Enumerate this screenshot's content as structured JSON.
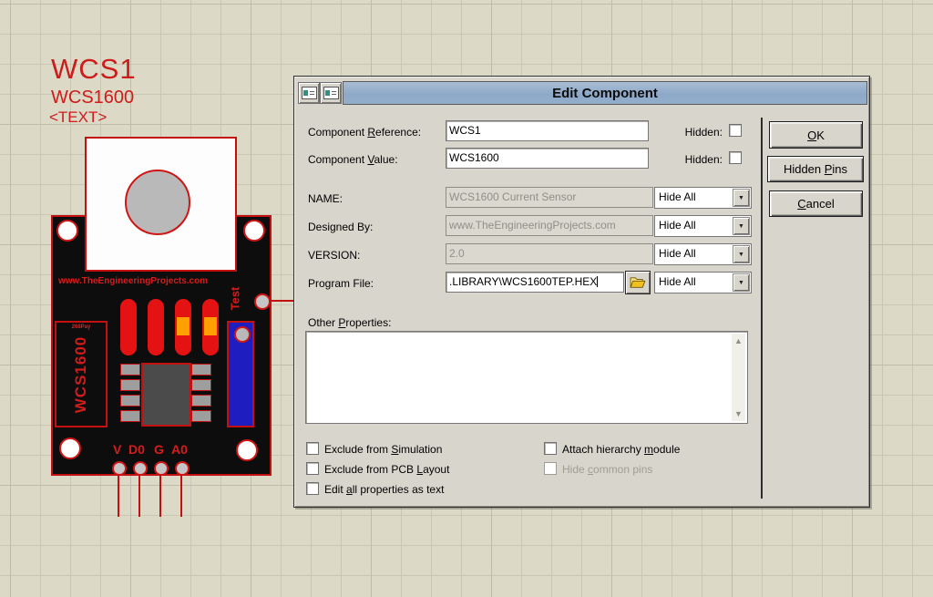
{
  "colors": {
    "canvas_bg": "#dcd9c6",
    "grid_line": "#c9c6b2",
    "annotation_red": "#cc1c1c",
    "board_black": "#0d0d0d",
    "board_outline_red": "#c41010",
    "pot_blue": "#1d1dc0",
    "pad_orange": "#ff9f00",
    "dialog_face": "#d8d5cc",
    "titlebar_blue": "#93aecb"
  },
  "canvas": {
    "ref": "WCS1",
    "value": "WCS1600",
    "text_tag": "<TEXT>",
    "board": {
      "brand": "www.TheEngineeringProjects.com",
      "side_label": "WCS1600",
      "side_small_text": "268Pay",
      "test_label": "Test",
      "pin_labels": [
        "V",
        "D0",
        "G",
        "A0"
      ]
    }
  },
  "dialog": {
    "title": "Edit Component",
    "hidden_label": "Hidden:",
    "ref_row": {
      "label_pre": "Component ",
      "label_mn": "R",
      "label_post": "eference:",
      "value": "WCS1"
    },
    "value_row": {
      "label_pre": "Component ",
      "label_mn": "V",
      "label_post": "alue:",
      "value": "WCS1600"
    },
    "prop_rows": [
      {
        "label": "NAME:",
        "value": "WCS1600 Current Sensor",
        "visibility": "Hide All"
      },
      {
        "label": "Designed By:",
        "value": "www.TheEngineeringProjects.com",
        "visibility": "Hide All"
      },
      {
        "label": "VERSION:",
        "value": "2.0",
        "visibility": "Hide All"
      },
      {
        "label": "Program File:",
        "value": ".LIBRARY\\WCS1600TEP.HEX",
        "visibility": "Hide All"
      }
    ],
    "other_properties": {
      "label_pre": "Other ",
      "label_mn": "P",
      "label_post": "roperties:",
      "value": ""
    },
    "checkboxes": [
      {
        "pre": "Exclude from ",
        "mn": "S",
        "post": "imulation",
        "checked": false,
        "enabled": true
      },
      {
        "pre": "Exclude from PCB ",
        "mn": "L",
        "post": "ayout",
        "checked": false,
        "enabled": true
      },
      {
        "pre": "Edit ",
        "mn": "a",
        "post": "ll properties as text",
        "checked": false,
        "enabled": true
      },
      {
        "pre": "Attach hierarchy ",
        "mn": "m",
        "post": "odule",
        "checked": false,
        "enabled": true
      },
      {
        "pre": "Hide ",
        "mn": "c",
        "post": "ommon pins",
        "checked": false,
        "enabled": false
      }
    ],
    "buttons": [
      {
        "pre": "",
        "mn": "O",
        "post": "K"
      },
      {
        "pre": "Hidden ",
        "mn": "P",
        "post": "ins"
      },
      {
        "pre": "",
        "mn": "C",
        "post": "ancel"
      }
    ]
  },
  "icons": {
    "dropdown": "▼",
    "scroll_up": "▲",
    "scroll_down": "▼"
  }
}
